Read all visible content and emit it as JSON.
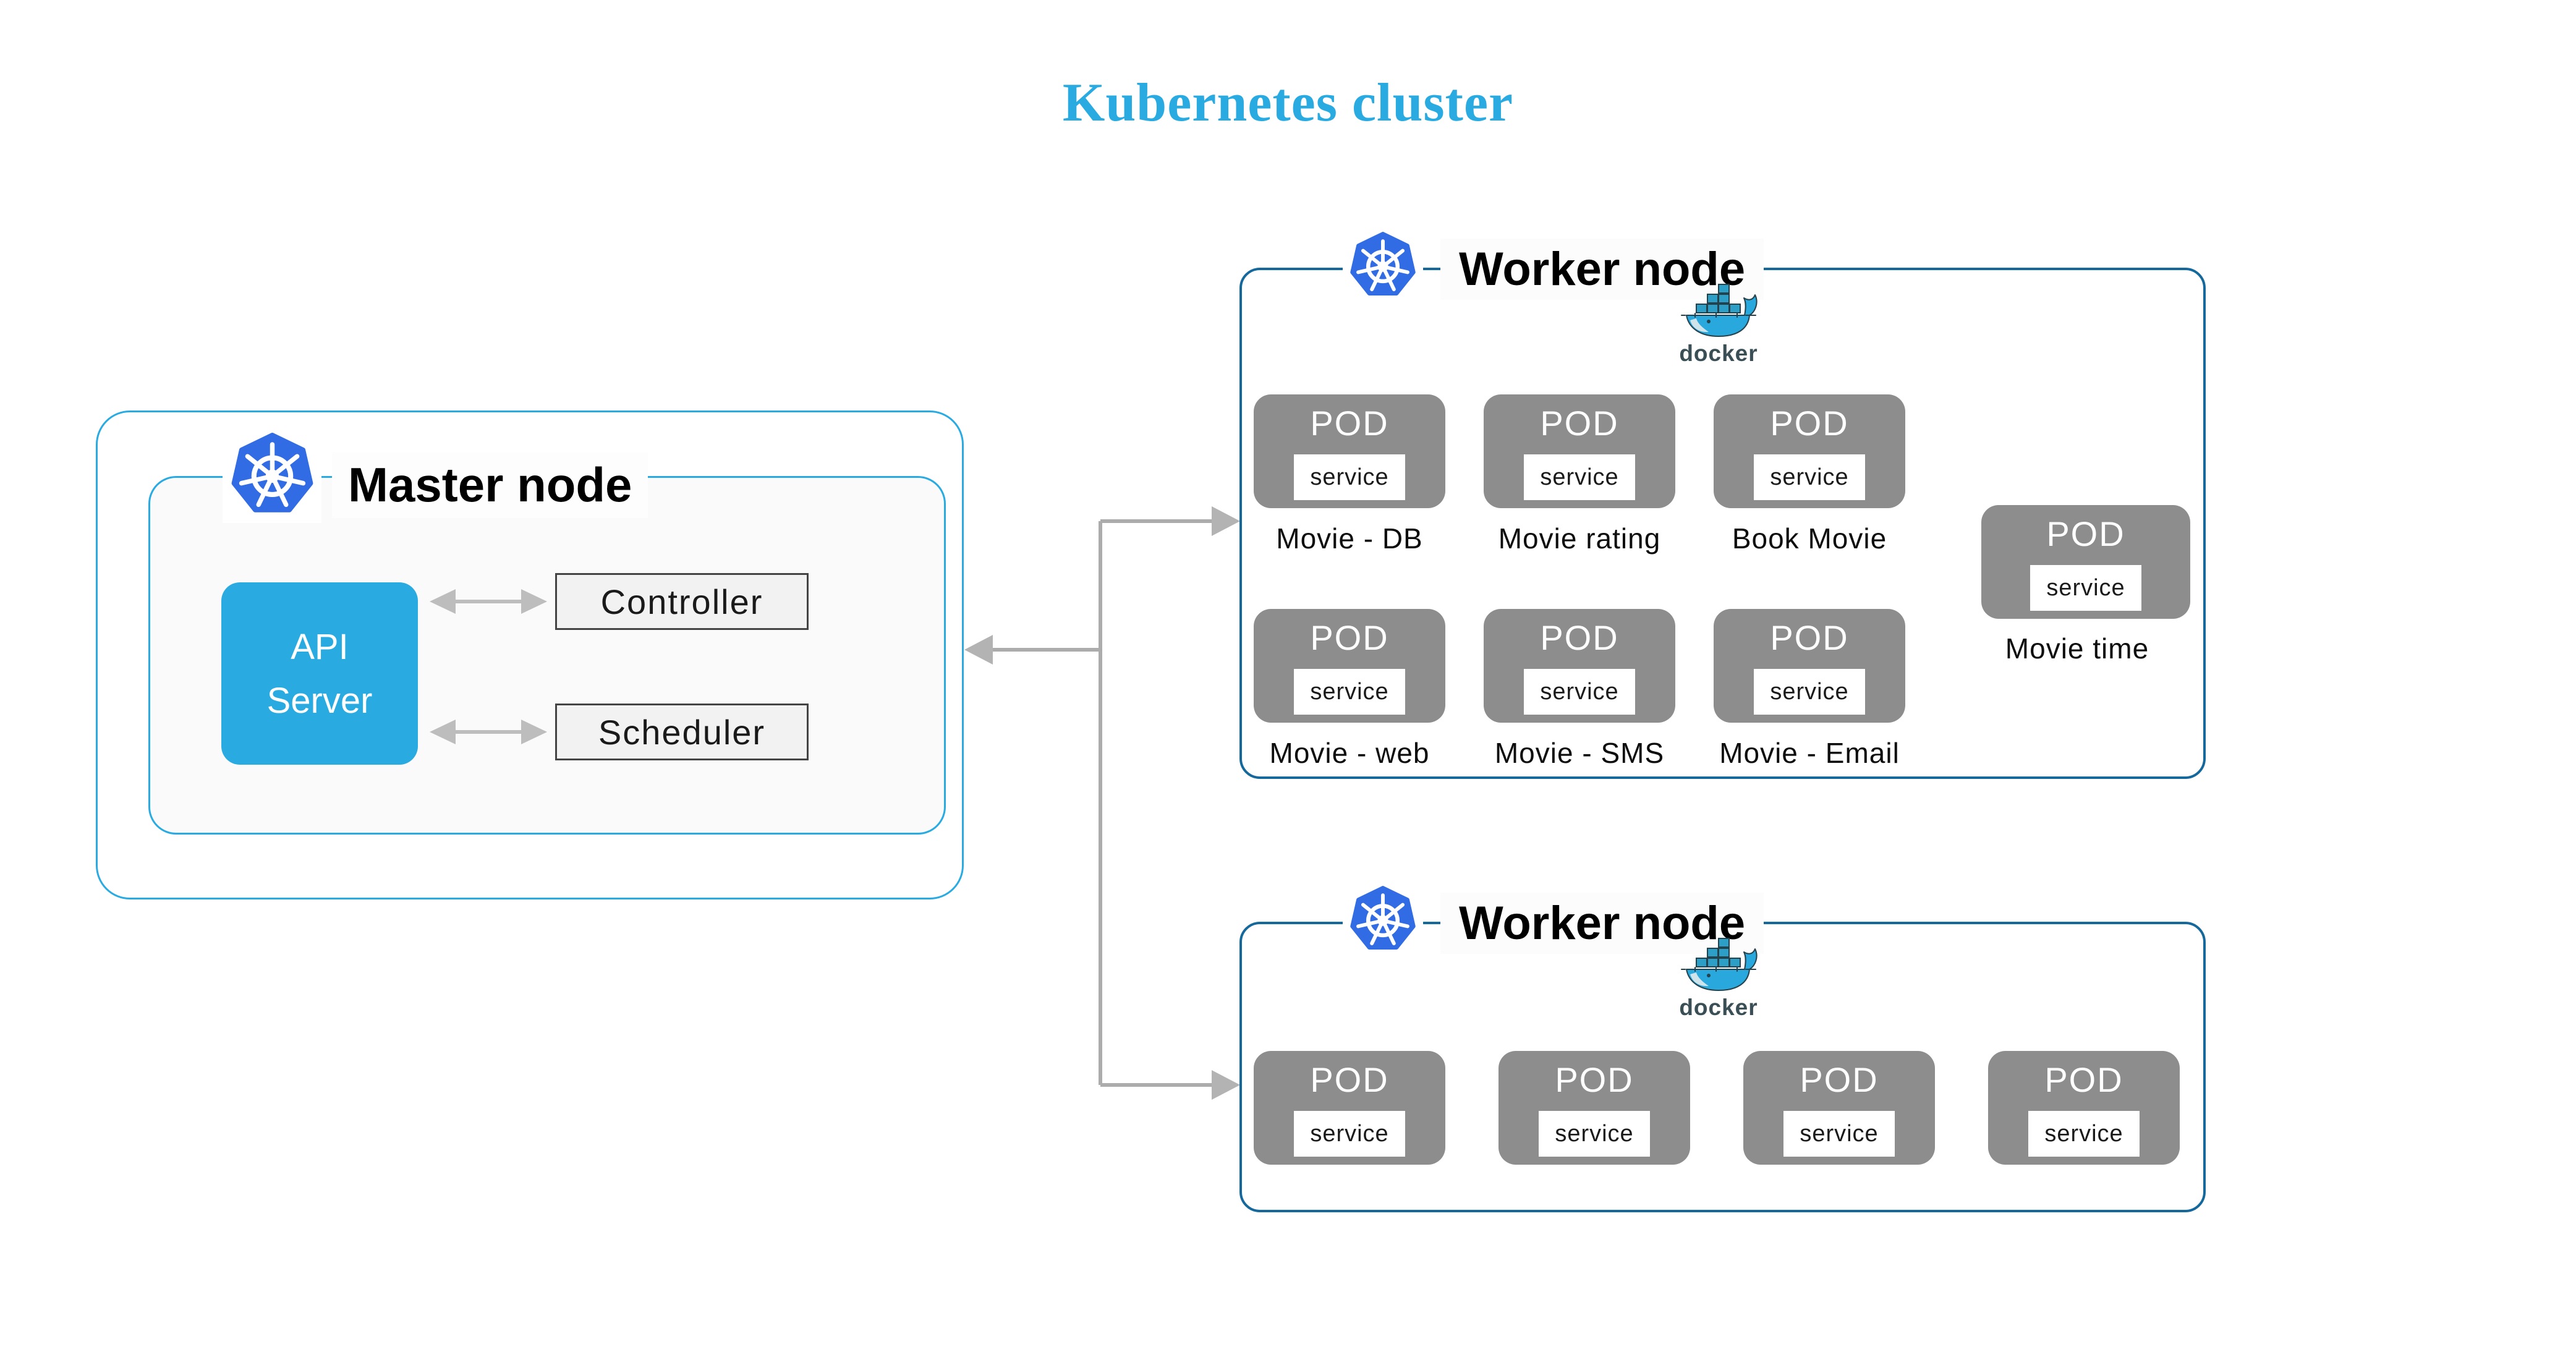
{
  "title": "Kubernetes cluster",
  "colors": {
    "accent": "#29ABE2",
    "worker_border": "#15689B",
    "pod_gray": "#8D8D8D",
    "k8s_blue": "#326CE5",
    "arrow_gray": "#B3B3B3",
    "docker_navy": "#3A4E55",
    "docker_blue": "#28A8DC"
  },
  "master": {
    "label": "Master node",
    "api_server": {
      "lines": [
        "API",
        "Server"
      ]
    },
    "controller": "Controller",
    "scheduler": "Scheduler"
  },
  "workers": [
    {
      "label": "Worker node",
      "docker": "docker",
      "pods": [
        {
          "name": "POD",
          "service": "service",
          "caption": "Movie - DB"
        },
        {
          "name": "POD",
          "service": "service",
          "caption": "Movie rating"
        },
        {
          "name": "POD",
          "service": "service",
          "caption": "Book Movie"
        },
        {
          "name": "POD",
          "service": "service",
          "caption": "Movie time"
        },
        {
          "name": "POD",
          "service": "service",
          "caption": "Movie - web"
        },
        {
          "name": "POD",
          "service": "service",
          "caption": "Movie - SMS"
        },
        {
          "name": "POD",
          "service": "service",
          "caption": "Movie - Email"
        }
      ]
    },
    {
      "label": "Worker node",
      "docker": "docker",
      "pods": [
        {
          "name": "POD",
          "service": "service"
        },
        {
          "name": "POD",
          "service": "service"
        },
        {
          "name": "POD",
          "service": "service"
        },
        {
          "name": "POD",
          "service": "service"
        }
      ]
    }
  ]
}
